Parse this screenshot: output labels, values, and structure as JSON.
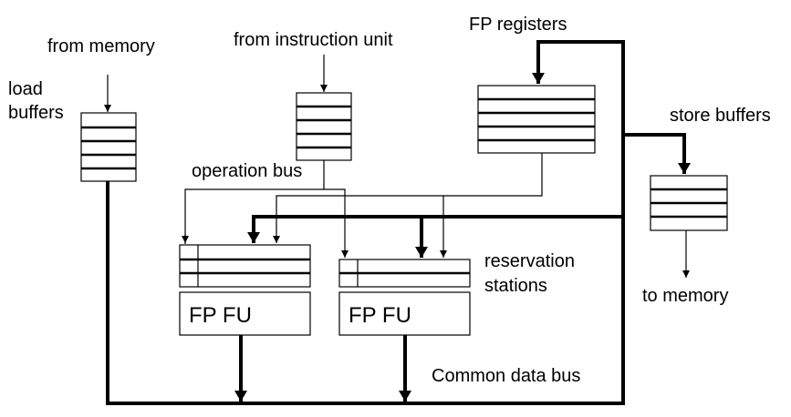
{
  "labels": {
    "from_memory": "from memory",
    "load_buffers_line1": "load",
    "load_buffers_line2": "buffers",
    "from_instruction_unit": "from instruction unit",
    "fp_registers": "FP registers",
    "store_buffers": "store buffers",
    "operation_bus": "operation bus",
    "reservation_stations_line1": "reservation",
    "reservation_stations_line2": "stations",
    "to_memory": "to memory",
    "common_data_bus": "Common data bus",
    "fp_fu_left": "FP FU",
    "fp_fu_right": "FP FU"
  }
}
